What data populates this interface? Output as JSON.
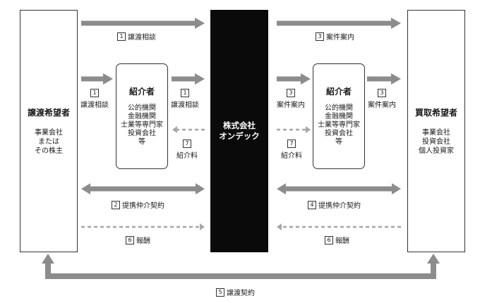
{
  "seller": {
    "title": "譲渡希望者",
    "lines": [
      "事業会社",
      "または",
      "その株主"
    ]
  },
  "buyer": {
    "title": "買取希望者",
    "lines": [
      "事業会社",
      "投資会社",
      "個人投資家"
    ]
  },
  "introducer": {
    "title": "紹介者",
    "lines": [
      "公的機関",
      "金融機関",
      "士業等専門家",
      "投資会社",
      "等"
    ]
  },
  "center": {
    "lines": [
      "株式会社",
      "オンデック"
    ]
  },
  "labels": {
    "step1_top": {
      "num": "1",
      "text": "譲渡相談"
    },
    "step3_top": {
      "num": "3",
      "text": "案件案内"
    },
    "step1_left": {
      "num": "1",
      "text": "譲渡相談"
    },
    "step1_mid": {
      "num": "1",
      "text": "譲渡相談"
    },
    "step3_mid": {
      "num": "3",
      "text": "案件案内"
    },
    "step3_right": {
      "num": "3",
      "text": "案件案内"
    },
    "step7_left": {
      "num": "7",
      "text": "紹介料"
    },
    "step7_right": {
      "num": "7",
      "text": "紹介料"
    },
    "step2": {
      "num": "2",
      "text": "提携仲介契約"
    },
    "step4": {
      "num": "4",
      "text": "提携仲介契約"
    },
    "step6_left": {
      "num": "6",
      "text": "報酬"
    },
    "step6_right": {
      "num": "6",
      "text": "報酬"
    },
    "step5": {
      "num": "5",
      "text": "譲渡契約"
    }
  },
  "colors": {
    "arrow": "#8c8c8c",
    "dashed": "#a6a6a6",
    "center_fill": "#0a0a0a",
    "border": "#333333"
  }
}
